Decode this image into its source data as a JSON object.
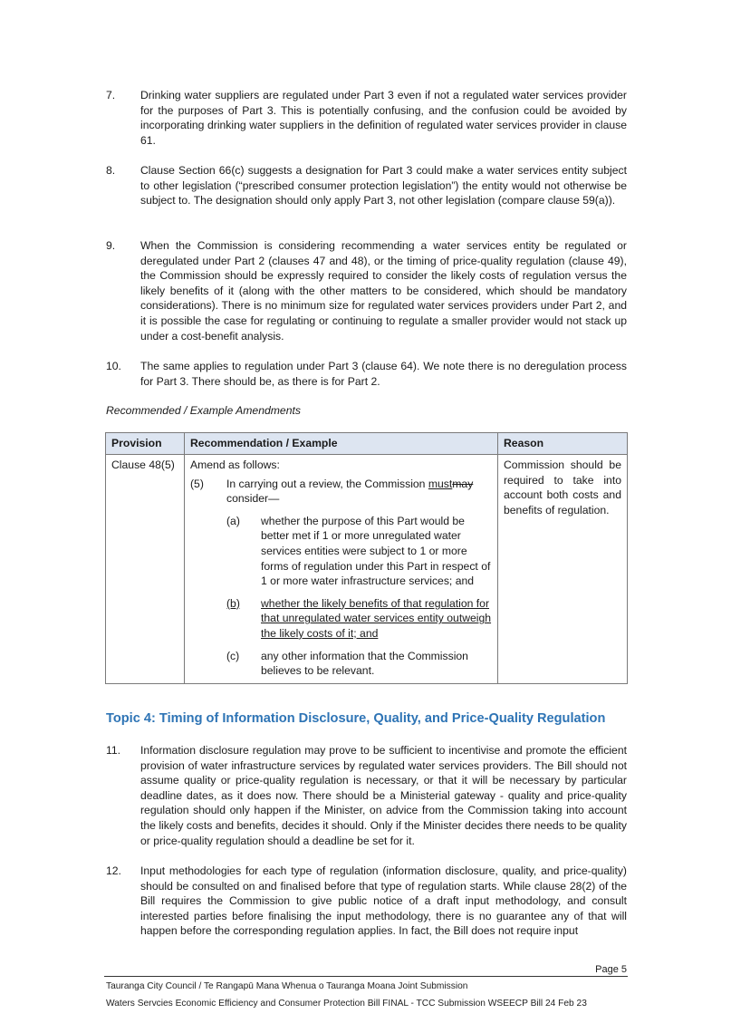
{
  "paragraphs": [
    {
      "num": "7.",
      "text": "Drinking water suppliers are regulated under Part 3 even if not a regulated water services provider for the purposes of Part 3. This is potentially confusing, and the confusion could be avoided by incorporating drinking water suppliers in the definition of regulated water services provider in clause 61."
    },
    {
      "num": "8.",
      "text": "Clause Section 66(c) suggests a designation for Part 3 could make a water services entity subject to other legislation (“prescribed consumer protection legislation”) the entity would not otherwise be subject to. The designation should only apply Part 3, not other legislation (compare clause 59(a))."
    },
    {
      "num": "9.",
      "text": "When the Commission is considering recommending a water services entity be regulated or deregulated under Part 2 (clauses 47 and 48), or the timing of price-quality regulation (clause 49), the Commission should be expressly required to consider the likely costs of regulation versus the likely benefits of it (along with the other matters to be considered, which should be mandatory considerations). There is no minimum size for regulated water services providers under Part 2, and it is possible the case for regulating or continuing to regulate a smaller provider would not stack up under a cost-benefit analysis."
    },
    {
      "num": "10.",
      "text": "The same applies to regulation under Part 3 (clause 64). We note there is no deregulation process for Part 3. There should be, as there is for Part 2."
    }
  ],
  "amendments_caption": "Recommended / Example Amendments",
  "table": {
    "headers": [
      "Provision",
      "Recommendation / Example",
      "Reason"
    ],
    "provision": "Clause 48(5)",
    "intro": "Amend as follows:",
    "sub_label": "(5)",
    "sub_text_before": "In carrying out a review, the Commission ",
    "sub_text_inserted": "must",
    "sub_text_deleted": "may",
    "sub_text_after": " consider—",
    "items": [
      {
        "label": "(a)",
        "text": "whether the purpose of this Part would be better met if 1 or more unregulated water services entities were subject to 1 or more forms of regulation under this Part in respect of 1 or more water infrastructure services; and"
      },
      {
        "label": "(b)",
        "text": "whether the likely benefits of that regulation for that unregulated water services entity outweigh the likely costs of it; and"
      },
      {
        "label": "(c)",
        "text": "any other information that the Commission believes to be relevant."
      }
    ],
    "reason": "Commission should be required to take into account both costs and benefits of regulation."
  },
  "topic_heading": "Topic 4: Timing of Information Disclosure, Quality, and Price-Quality Regulation",
  "paragraphs2": [
    {
      "num": "11.",
      "text": "Information disclosure regulation may prove to be sufficient to incentivise and promote the efficient provision of water infrastructure services by regulated water services providers. The Bill should not assume quality or price-quality regulation is necessary, or that it will be necessary by particular deadline dates, as it does now. There should be a Ministerial gateway - quality and price-quality regulation should only happen if the Minister, on advice from the Commission taking into account the likely costs and benefits, decides it should. Only if the Minister decides there needs to be quality or price-quality regulation should a deadline be set for it."
    },
    {
      "num": "12.",
      "text": "Input methodologies for each type of regulation (information disclosure, quality, and price-quality) should be consulted on and finalised before that type of regulation starts. While clause 28(2) of the Bill requires the Commission to give public notice of a draft input methodology, and consult interested parties before finalising the input methodology, there is no guarantee any of that will happen before the corresponding regulation applies. In fact, the Bill does not require input"
    }
  ],
  "page_number": "Page 5",
  "footer_line1": "Tauranga City Council / Te Rangapū Mana Whenua o Tauranga Moana Joint Submission",
  "footer_line2": "Waters Servcies Economic Efficiency and Consumer Protection Bill FINAL - TCC Submission WSEECP Bill 24 Feb 23"
}
